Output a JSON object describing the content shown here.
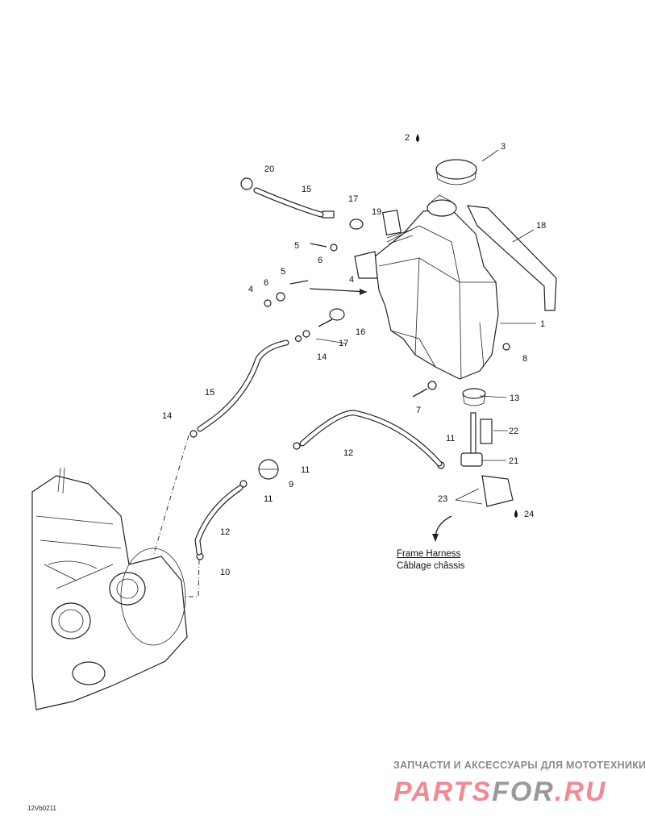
{
  "diagram": {
    "callouts": [
      "1",
      "2",
      "3",
      "4",
      "4",
      "5",
      "5",
      "6",
      "6",
      "7",
      "8",
      "9",
      "10",
      "11",
      "11",
      "11",
      "12",
      "12",
      "13",
      "14",
      "14",
      "15",
      "15",
      "16",
      "17",
      "17",
      "18",
      "19",
      "20",
      "21",
      "22",
      "23",
      "24"
    ],
    "frame_harness_en": "Frame Harness",
    "frame_harness_fr": "Câblage châssis",
    "drawing_code": "12Vb0211"
  },
  "watermark": {
    "tagline": "ЗАПЧАСТИ И АКСЕССУАРЫ ДЛЯ МОТОТЕХНИКИ",
    "logo_part1": "PARTS",
    "logo_part2": "FOR",
    "logo_part3": ".RU"
  },
  "colors": {
    "logo_pink": "#f08a94",
    "logo_gray": "#9a9a9a"
  }
}
